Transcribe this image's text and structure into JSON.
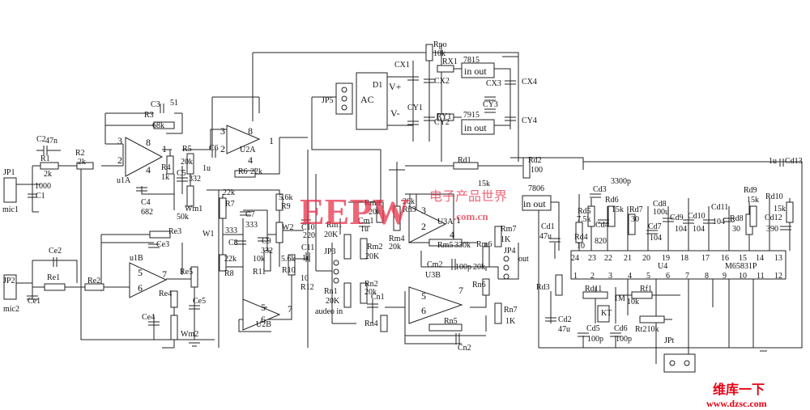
{
  "labels": {
    "jp1": "JP1",
    "mic1": "mic1",
    "c2": "C2",
    "c2v": "47n",
    "r1": "R1",
    "r1v": "2k",
    "c1v": "1000",
    "c1": "C1",
    "r2": "R2",
    "r2v": "2k",
    "c3": "C3",
    "c3v": "51",
    "r3": "R3",
    "r3v": "68k",
    "ua3": "3",
    "ua2": "2",
    "ua8": "8",
    "ua1": "1",
    "ua4": "4",
    "u1a": "u1A",
    "r4": "R4",
    "r4v": "1k",
    "r5": "R5",
    "r5v": "20k",
    "c5": "C5",
    "c5v": "332",
    "c6": "C6",
    "c6v": "1u",
    "c4": "C4",
    "c4v": "682",
    "wm1": "Wm1",
    "wm1v": "50k",
    "u2a": "U2A",
    "u2a3": "3",
    "u2a2": "2",
    "u2a8": "8",
    "u2a1": "1",
    "u2a4": "4",
    "r6": "R6",
    "r6v": "22k",
    "jp5": "JP5",
    "ac": "AC",
    "d1": "D1",
    "vplus": "V+",
    "vminus": "V-",
    "cx1": "CX1",
    "cy1": "CY1",
    "cx2": "CX2",
    "cy2": "CY2",
    "rpo": "Rpo",
    "rpov": "10k",
    "rx1": "RX1",
    "ry1": "RY1",
    "reg7815": "7815",
    "reg7915": "7915",
    "inout1": "in out",
    "inout2": "in out",
    "cx3": "CX3",
    "cy3": "CY3",
    "cx4": "CX4",
    "cy4": "CY4",
    "r7": "R7",
    "r7v": "22k",
    "c7": "C7",
    "c7v": "333",
    "c8": "C8",
    "c8v": "333",
    "w1": "W1",
    "c9": "C9",
    "c9v": "332",
    "r8": "R8",
    "r8v": "22k",
    "r11": "R11",
    "r11v": "10k",
    "r9": "R9",
    "r9v": "5.6k",
    "w2": "W2",
    "c10": "C10",
    "c10v": "220",
    "r10": "R10",
    "r10v": "5.6k",
    "c11": "C11",
    "c11v": "1u",
    "r12": "R12",
    "r12v": "10",
    "jp2": "JP2",
    "mic2": "mic2",
    "ce1": "Ce1",
    "ce2": "Ce2",
    "re1": "Re1",
    "re2": "Re2",
    "re3": "Re3",
    "ce3": "Ce3",
    "u1b": "u1B",
    "u1b5": "5",
    "u1b6": "6",
    "u1b7": "7",
    "re4": "Re4",
    "re5": "Re5",
    "ce4": "Ce4",
    "ce5": "Ce5",
    "wm2": "Wm2",
    "u2b": "U2B",
    "u2b5": "5",
    "u2b6": "6",
    "u2b7": "7",
    "rm1": "Rm1",
    "rm1v": "20K",
    "cm1": "Cm1",
    "cm1v": "1u",
    "rm2": "Rm2",
    "rm2v": "20K",
    "rm3": "Rm3",
    "rm3v": "20k",
    "rm4": "Rm4",
    "rm4v": "20k",
    "rn3": "Rn3",
    "rn3v": "20k",
    "jp3": "JP3",
    "audioin": "audeo in",
    "rn1": "Rn1",
    "rn1v": "20K",
    "rn2": "Rn2",
    "rn2v": "20k",
    "cn1": "Cn1",
    "rn4": "Rn4",
    "u3a": "U3A",
    "u3a3": "3",
    "u3a2": "2",
    "u3a1": "1",
    "u3a4": "4",
    "rm5": "Rm5",
    "rm5v": "330k",
    "cm2": "Cm2",
    "cm2v": "100p",
    "rm6": "Rm6",
    "rm6v": "20k",
    "rm7": "Rm7",
    "rm7v": "1K",
    "jp4": "JP4",
    "out": "out",
    "u3b": "U3B",
    "u3b5": "5",
    "u3b6": "6",
    "u3b7": "7",
    "rn5": "Rn5",
    "cn2": "Cn2",
    "rn6": "Rn6",
    "rn7": "Rn7",
    "rn7v": "1K",
    "rd1": "Rd1",
    "rd1v": "15k",
    "rd2": "Rd2",
    "rd2v": "100",
    "reg7806": "7806",
    "inout3": "in out",
    "cd1": "Cd1",
    "cd1v": "47u",
    "cd2": "Cd2",
    "cd2v": "47u",
    "rd3": "Rd3",
    "rd4": "Rd4",
    "rd4v": "10",
    "rd5": "Rd5",
    "rd5v": "7.5k",
    "cd3": "Cd3",
    "cd3v": "3300p",
    "rd6": "Rd6",
    "rd6v": "15k",
    "cd4": "Cd4",
    "cd4v": "820",
    "rd7": "Rd7",
    "rd7v": "30",
    "cd7": "Cd7",
    "cd7v": "104",
    "cd8": "Cd8",
    "cd8v": "100u",
    "cd9": "Cd9",
    "cd9v": "104",
    "cd10": "Cd10",
    "cd10v": "104",
    "cd11": "Cd11",
    "cd11v": "104",
    "rd8": "Rd8",
    "rd8v": "30",
    "rd9": "Rd9",
    "rd9v": "15k",
    "rd10": "Rd10",
    "rd10v": "15k",
    "cd12": "Cd12",
    "cd12v": "390",
    "cd13": "Cd13",
    "cd13v": "1u",
    "u4": "U4",
    "m65831p": "M65831P",
    "pin24": "24",
    "pin23": "23",
    "pin22": "22",
    "pin21": "21",
    "pin20": "20",
    "pin19": "19",
    "pin18": "18",
    "pin17": "17",
    "pin16": "16",
    "pin15": "15",
    "pin14": "14",
    "pin13": "13",
    "pin1": "1",
    "pin2": "2",
    "pin3": "3",
    "pin4": "4",
    "pin5": "5",
    "pin6": "6",
    "pin7": "7",
    "pin8": "8",
    "pin9": "9",
    "pin10": "10",
    "pin11": "11",
    "pin12": "12",
    "rd11": "Rd11",
    "rd11v": "1M",
    "rf1": "Rf1",
    "rf1v": "10k",
    "kt": "KT",
    "cd5": "Cd5",
    "cd5v": "100p",
    "cd6": "Cd6",
    "cd6v": "100p",
    "rt2": "Rt210k",
    "jpt": "JPt"
  },
  "watermark": {
    "logo": "EEPW",
    "site": ".com.cn",
    "cn": "电子产品世界"
  },
  "corner": {
    "cn": "维库一下",
    "url": "www.dzsc.com"
  },
  "colors": {
    "ink": "#222222",
    "watermark": "#e8334a",
    "corner": "#e60012"
  }
}
